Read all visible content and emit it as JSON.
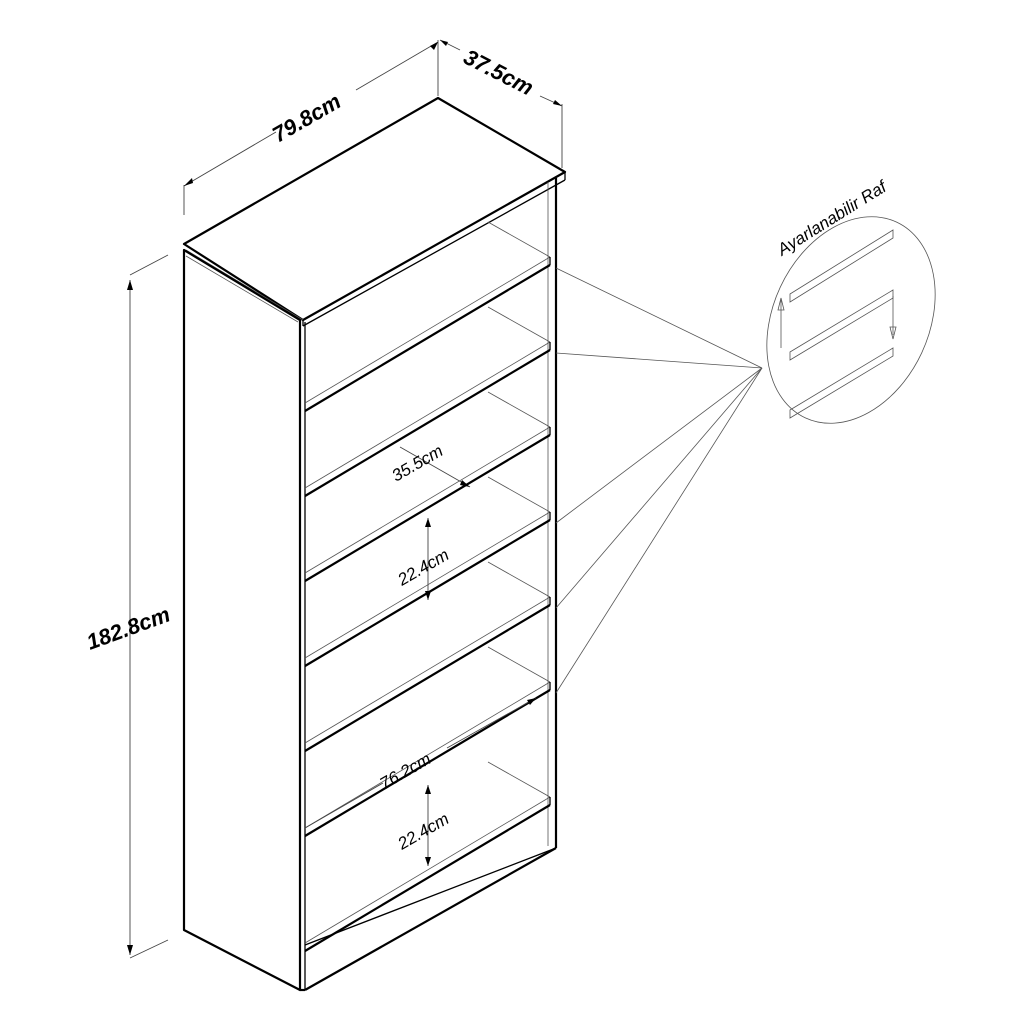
{
  "dimensions": {
    "width": "79.8cm",
    "depth": "37.5cm",
    "height": "182.8cm",
    "shelf_depth": "35.5cm",
    "shelf_gap_upper": "22.4cm",
    "inner_width": "76.2cm",
    "shelf_gap_lower": "22.4cm"
  },
  "detail": {
    "title": "Ayarlanabilir Raf"
  },
  "colors": {
    "line": "#000000",
    "thin_line": "#555555",
    "background": "#ffffff"
  }
}
